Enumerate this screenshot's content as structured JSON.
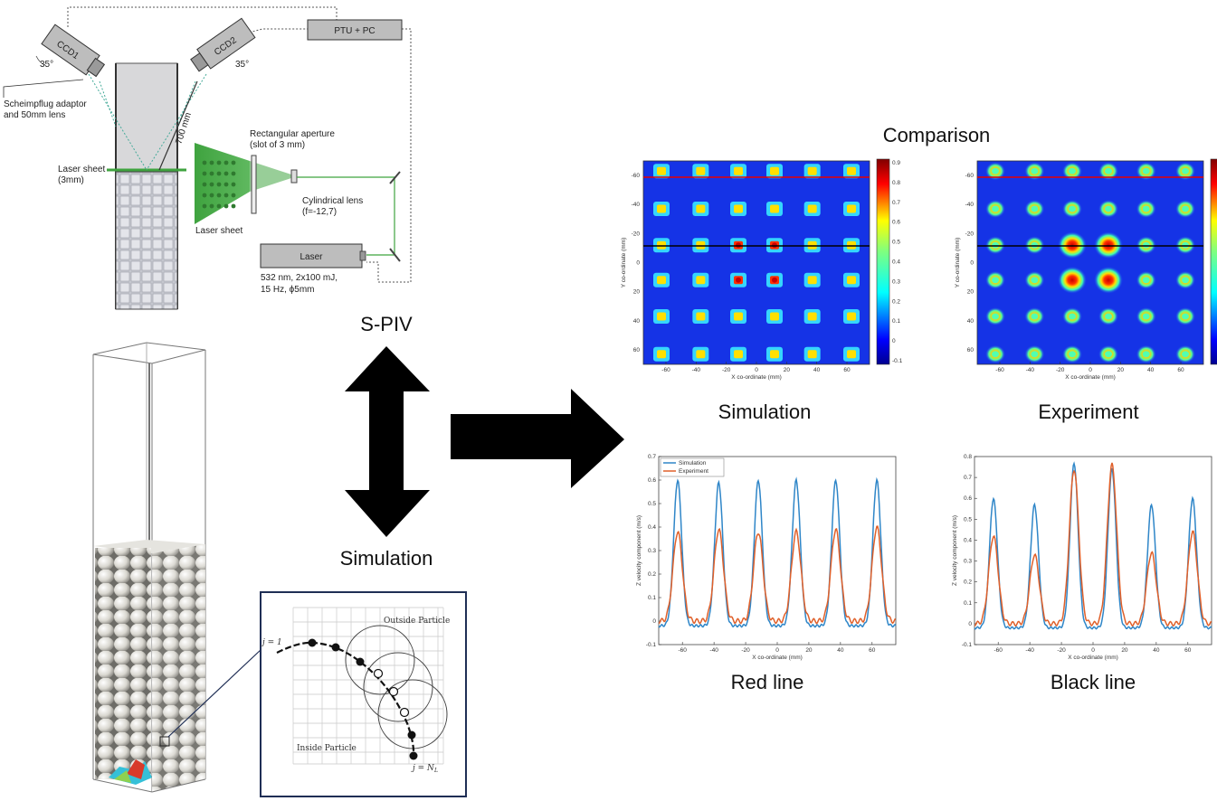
{
  "setup": {
    "ccd1": "CCD1",
    "ccd2": "CCD2",
    "angle_left": "35°",
    "angle_right": "35°",
    "ptu": "PTU + PC",
    "scheimpflug": [
      "Scheimpflug adaptor",
      "and 50mm lens"
    ],
    "laser_sheet_label": [
      "Laser sheet",
      "(3mm)"
    ],
    "distance": "700 mm",
    "aperture": [
      "Rectangular aperture",
      "(slot of 3 mm)"
    ],
    "cyl_lens": [
      "Cylindrical lens",
      "(f=-12,7)"
    ],
    "laser_sheet2": "Laser sheet",
    "laser": "Laser",
    "laser_spec": [
      "532 nm, 2x100 mJ,",
      "15 Hz, ϕ5mm"
    ]
  },
  "arrow_labels": {
    "top": "S-PIV",
    "bottom": "Simulation"
  },
  "comparison": {
    "title": "Comparison",
    "heatmaps": [
      {
        "caption": "Simulation",
        "xlabel": "X co-ordinate (mm)",
        "ylabel": "Y co-ordinate (mm)"
      },
      {
        "caption": "Experiment",
        "xlabel": "X co-ordinate (mm)",
        "ylabel": "Y co-ordinate (mm)"
      }
    ],
    "heat_xticks": [
      "-60",
      "-40",
      "-20",
      "0",
      "20",
      "40",
      "60"
    ],
    "heat_yticks": [
      "-60",
      "-40",
      "-20",
      "0",
      "20",
      "40",
      "60"
    ],
    "colorbar_ticks": [
      "0.9",
      "0.8",
      "0.7",
      "0.6",
      "0.5",
      "0.4",
      "0.3",
      "0.2",
      "0.1",
      "0",
      "-0.1"
    ],
    "lines": [
      {
        "caption": "Red line",
        "xlabel": "X co-ordinate (mm)",
        "ylabel": "Z velocity component (m/s)"
      },
      {
        "caption": "Black line",
        "xlabel": "X co-ordinate (mm)",
        "ylabel": "Z velocity component (m/s)"
      }
    ],
    "legend": [
      "Simulation",
      "Experiment"
    ]
  },
  "chart_data": [
    {
      "type": "line",
      "xlabel": "X co-ordinate (mm)",
      "ylabel": "Z velocity component (m/s)",
      "xlim": [
        -75,
        75
      ],
      "ylim": [
        -0.1,
        0.7
      ],
      "xticks": [
        -60,
        -40,
        -20,
        0,
        20,
        40,
        60
      ],
      "yticks": [
        -0.1,
        0,
        0.1,
        0.2,
        0.3,
        0.4,
        0.5,
        0.6,
        0.7
      ],
      "legend_position": "top-left",
      "colors": {
        "Simulation": "#2f86c8",
        "Experiment": "#e0602a"
      },
      "peak_x": [
        -63,
        -37,
        -12,
        12,
        37,
        63
      ],
      "series": [
        {
          "name": "Simulation",
          "values": [
            0.6,
            0.59,
            0.6,
            0.6,
            0.6,
            0.6
          ]
        },
        {
          "name": "Experiment",
          "values": [
            0.38,
            0.39,
            0.38,
            0.38,
            0.39,
            0.4
          ]
        }
      ]
    },
    {
      "type": "line",
      "xlabel": "X co-ordinate (mm)",
      "ylabel": "Z velocity component (m/s)",
      "xlim": [
        -75,
        75
      ],
      "ylim": [
        -0.1,
        0.8
      ],
      "xticks": [
        -60,
        -40,
        -20,
        0,
        20,
        40,
        60
      ],
      "yticks": [
        -0.1,
        0,
        0.1,
        0.2,
        0.3,
        0.4,
        0.5,
        0.6,
        0.7,
        0.8
      ],
      "colors": {
        "Simulation": "#2f86c8",
        "Experiment": "#e0602a"
      },
      "peak_x": [
        -63,
        -37,
        -12,
        12,
        37,
        63
      ],
      "series": [
        {
          "name": "Simulation",
          "values": [
            0.6,
            0.57,
            0.77,
            0.74,
            0.57,
            0.6
          ]
        },
        {
          "name": "Experiment",
          "values": [
            0.42,
            0.33,
            0.74,
            0.76,
            0.34,
            0.44
          ]
        }
      ]
    }
  ],
  "inset": {
    "outside": "Outside Particle",
    "inside": "Inside Particle",
    "j_start": "j = 1",
    "j_end": "j = N",
    "j_end_sub": "L"
  }
}
